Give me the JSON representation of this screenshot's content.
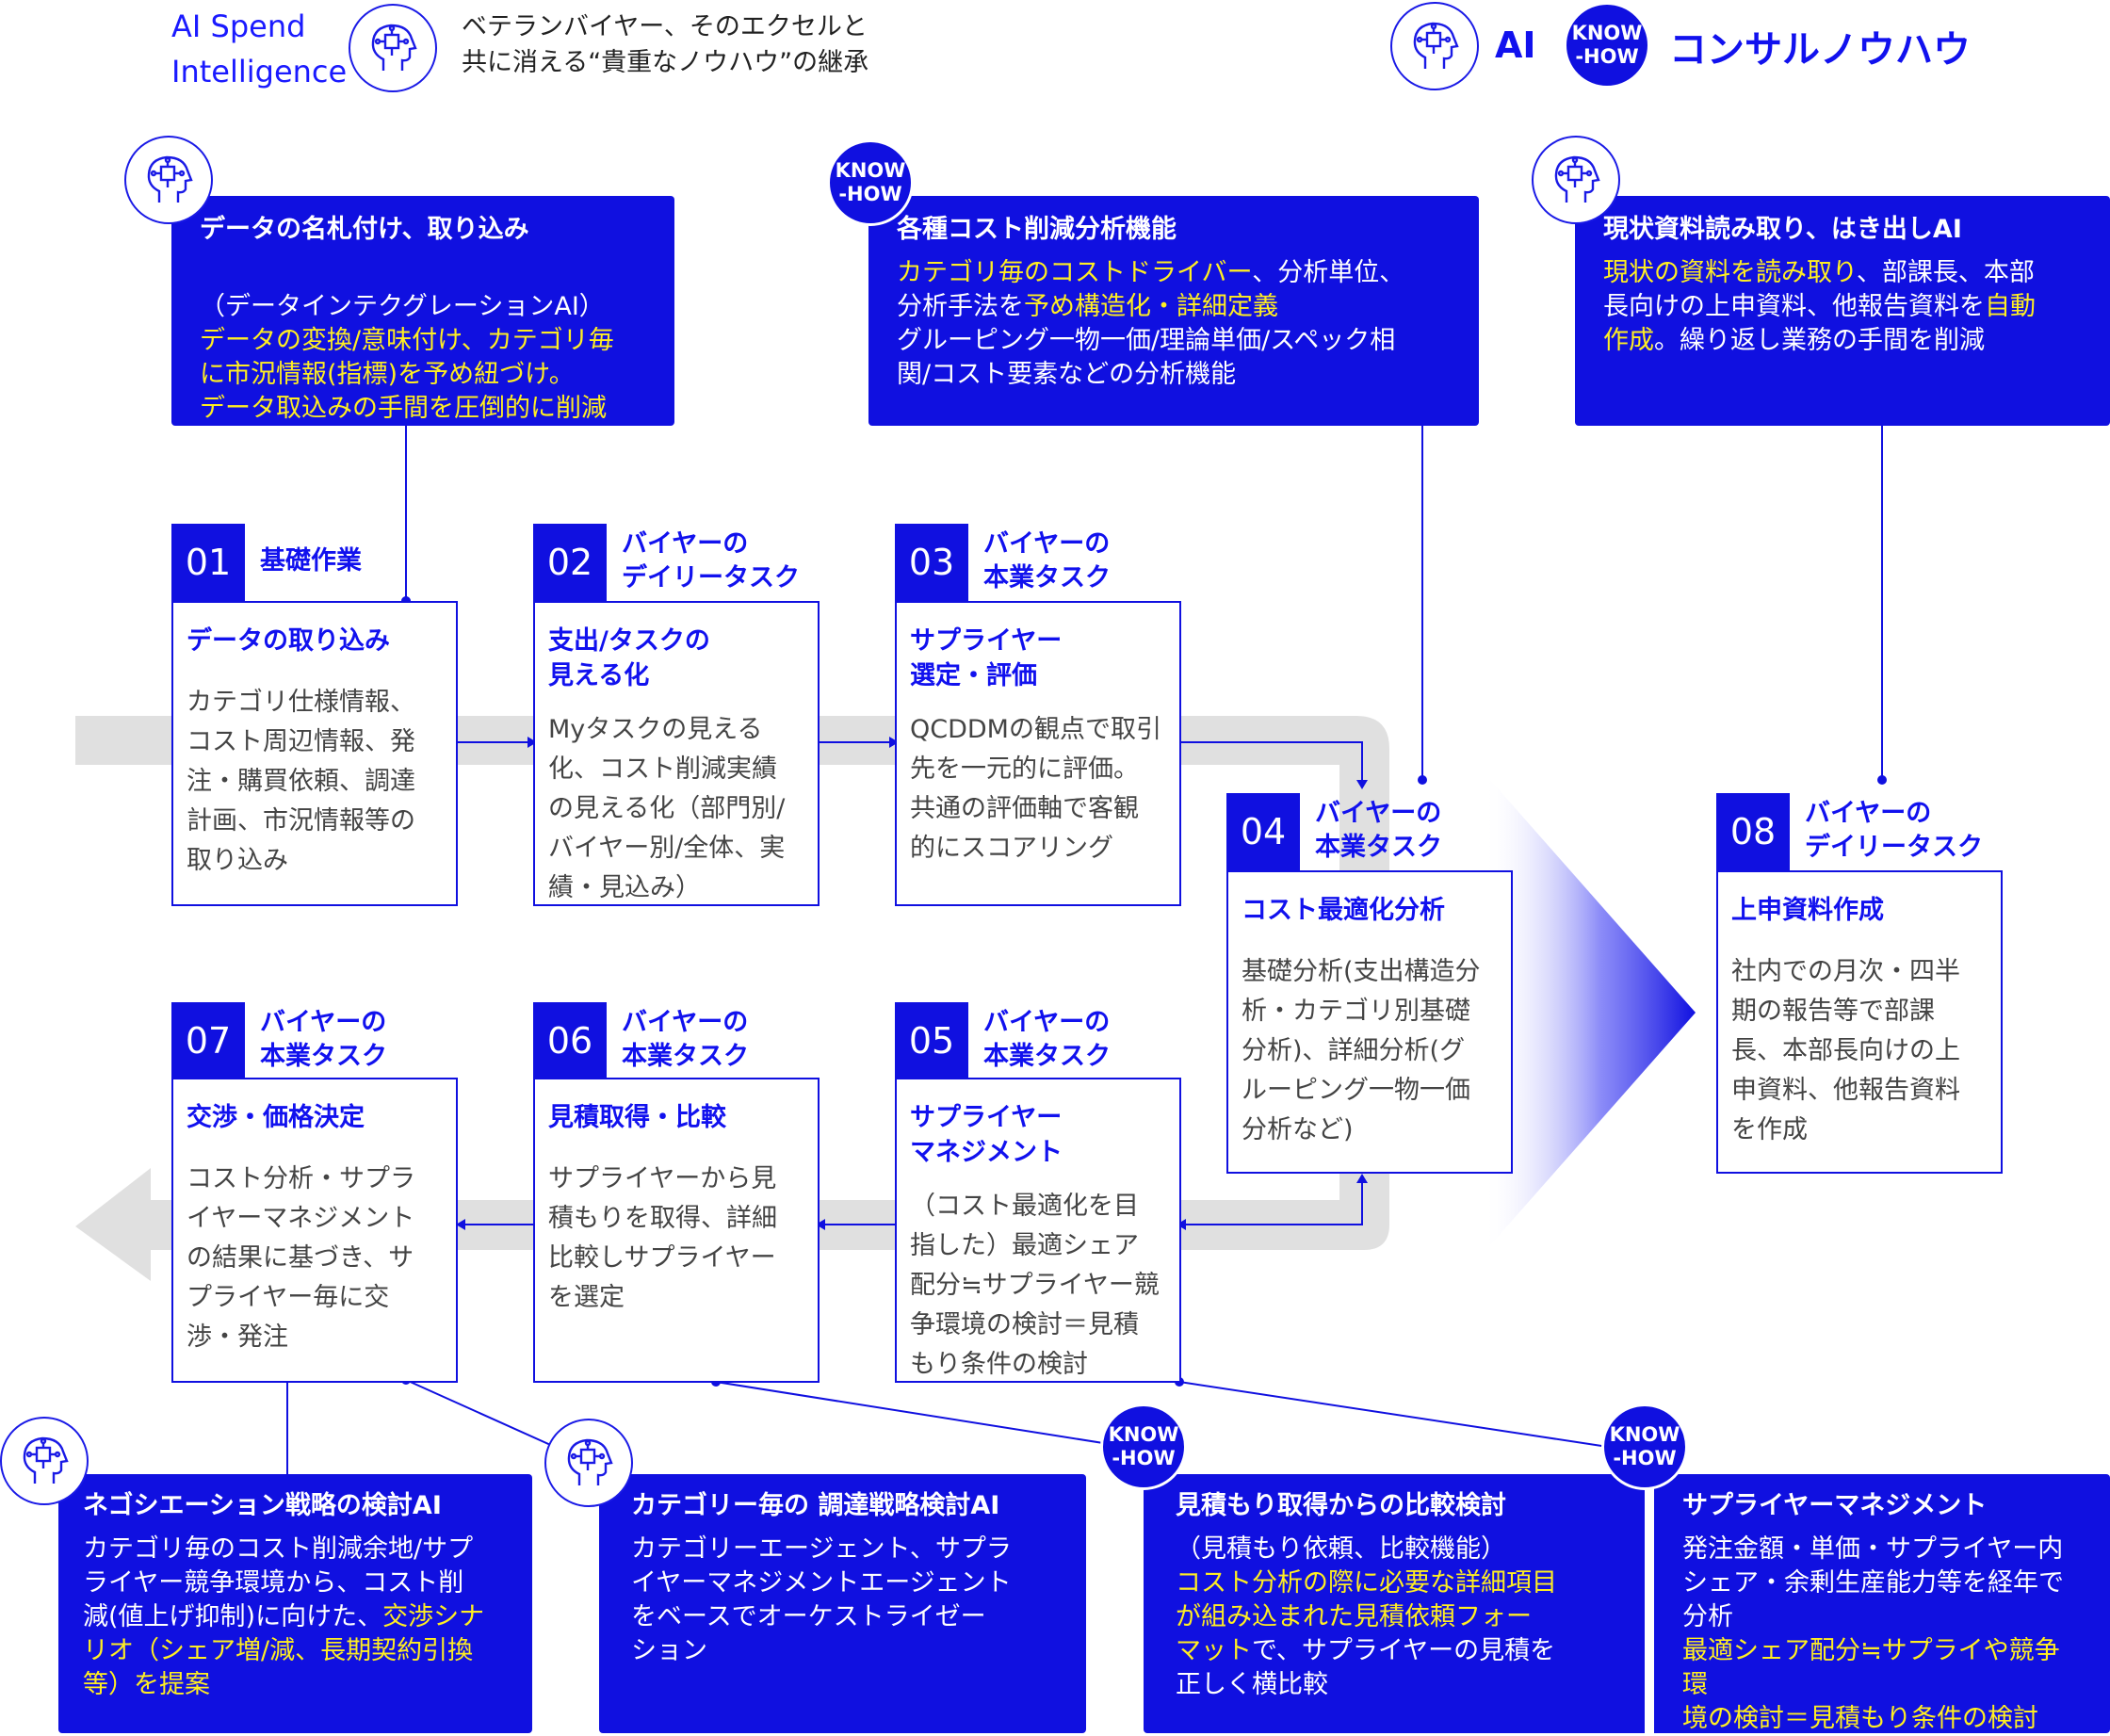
{
  "header": {
    "brand_line1": "AI Spend",
    "brand_line2": "Intelligence",
    "tagline_line1": "ベテランバイヤー、そのエクセルと",
    "tagline_line2": "共に消える“貴重なノウハウ”の継承",
    "legend_ai": "AI",
    "legend_knowhow": "コンサルノウハウ"
  },
  "badge": {
    "line1": "KNOW",
    "line2": "-HOW"
  },
  "features_top": [
    {
      "title": "データの名札付け、取り込み",
      "body": [
        {
          "t": "（データインテクグレーションAI）\n",
          "y": false
        },
        {
          "t": "データの変換/意味付け、カテゴリ毎\nに市況情報(指標)を予め紐づけ。\n データ取込みの手間を圧倒的に削減",
          "y": true
        }
      ]
    },
    {
      "title": "各種コスト削減分析機能",
      "body": [
        {
          "t": "カテゴリ毎のコストドライバー",
          "y": true
        },
        {
          "t": "、分析単位、\n分析手法を",
          "y": false
        },
        {
          "t": "予め構造化・詳細定義",
          "y": true
        },
        {
          "t": "\nグルーピング一物一価/理論単価/スペック相\n関/コスト要素などの分析機能",
          "y": false
        }
      ]
    },
    {
      "title": "現状資料読み取り、はき出しAI",
      "body": [
        {
          "t": "現状の資料を読み取り",
          "y": true
        },
        {
          "t": "、部課長、本部\n長向けの上申資料、他報告資料を",
          "y": false
        },
        {
          "t": "自動\n作成",
          "y": true
        },
        {
          "t": "。繰り返し業務の手間を削減",
          "y": false
        }
      ]
    }
  ],
  "steps": [
    {
      "num": "01",
      "label": "基礎作業",
      "title": "データの取り込み",
      "body": "カテゴリ仕様情報、\nコスト周辺情報、発\n注・購買依頼、調達\n計画、市況情報等の\n取り込み"
    },
    {
      "num": "02",
      "label": "バイヤーの\nデイリータスク",
      "title": "支出/タスクの\n見える化",
      "body": "Myタスクの見える\n化、コスト削減実績\nの見える化（部門別/\nバイヤー別/全体、実\n績・見込み）"
    },
    {
      "num": "03",
      "label": "バイヤーの\n本業タスク",
      "title": "サプライヤー\n選定・評価",
      "body": "QCDDMの観点で取引\n先を一元的に評価。\n共通の評価軸で客観\n的にスコアリング"
    },
    {
      "num": "04",
      "label": "バイヤーの\n本業タスク",
      "title": "コスト最適化分析",
      "body": "基礎分析(支出構造分\n析・カテゴリ別基礎\n分析)、詳細分析(グ\nルーピング一物一価\n分析など)"
    },
    {
      "num": "05",
      "label": "バイヤーの\n本業タスク",
      "title": "サプライヤー\nマネジメント",
      "body": "（コスト最適化を目\n指した）最適シェア\n配分≒サプライヤー競\n争環境の検討＝見積\nもり条件の検討"
    },
    {
      "num": "06",
      "label": "バイヤーの\n本業タスク",
      "title": "見積取得・比較",
      "body": "サプライヤーから見\n積もりを取得、詳細\n比較しサプライヤー\nを選定"
    },
    {
      "num": "07",
      "label": "バイヤーの\n本業タスク",
      "title": "交渉・価格決定",
      "body": "コスト分析・サプラ\nイヤーマネジメント\nの結果に基づき、サ\nプライヤー毎に交\n渉・発注"
    },
    {
      "num": "08",
      "label": "バイヤーの\nデイリータスク",
      "title": "上申資料作成",
      "body": "社内での月次・四半\n期の報告等で部課\n長、本部長向けの上\n申資料、他報告資料\nを作成"
    }
  ],
  "features_bottom": [
    {
      "title": "ネゴシエーション戦略の検討AI",
      "body": [
        {
          "t": "カテゴリ毎のコスト削減余地/サプ\nライヤー競争環境から、コスト削\n減(値上げ抑制)に向けた、",
          "y": false
        },
        {
          "t": "交渉シナ\nリオ（シェア増/減、長期契約引換\n等）を提案",
          "y": true
        }
      ]
    },
    {
      "title": "カテゴリー毎の 調達戦略検討AI",
      "body": [
        {
          "t": "カテゴリーエージェント、サプラ\nイヤーマネジメントエージェント\nをベースでオーケストライゼー\nション",
          "y": false
        }
      ]
    },
    {
      "title": "見積もり取得からの比較検討",
      "body": [
        {
          "t": "（見積もり依頼、比較機能）\n",
          "y": false
        },
        {
          "t": "コスト分析の際に必要な詳細項目\nが組み込まれた見積依頼フォー\nマット",
          "y": true
        },
        {
          "t": "で、サプライヤーの見積を\n正しく横比較",
          "y": false
        }
      ]
    },
    {
      "title": "サプライヤーマネジメント",
      "body": [
        {
          "t": "発注金額・単価・サプライヤー内\nシェア・余剰生産能力等を経年で\n分析\n",
          "y": false
        },
        {
          "t": "最適シェア配分≒サプライや競争環\n境の検討＝見積もり条件の検討",
          "y": true
        }
      ]
    }
  ],
  "colors": {
    "primary": "#1010e0",
    "highlight": "#ffee22",
    "flow": "#e0e0e0"
  }
}
